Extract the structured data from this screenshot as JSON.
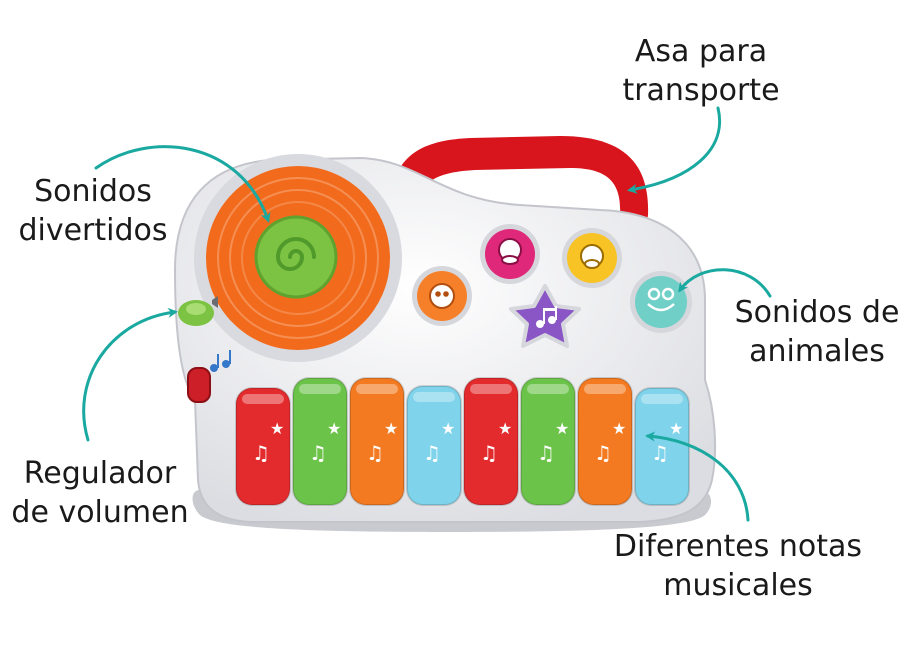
{
  "labels": {
    "handle": {
      "line1": "Asa para",
      "line2": "transporte"
    },
    "fun_sounds": {
      "line1": "Sonidos",
      "line2": "divertidos"
    },
    "animal_sounds": {
      "line1": "Sonidos de",
      "line2": "animales"
    },
    "volume": {
      "line1": "Regulador",
      "line2": "de volumen"
    },
    "notes": {
      "line1": "Diferentes notas",
      "line2": "musicales"
    }
  },
  "colors": {
    "arrow": "#1aa9a0",
    "body": "#f4f4f6",
    "handle": "#d8141c",
    "disc": "#f26a1b",
    "disc_center": "#7cc243",
    "key_red": "#e32b2d",
    "key_green": "#6cc34a",
    "key_orange": "#f37a20",
    "key_blue": "#7fd3ea",
    "btn_orange": "#f6802a",
    "btn_pink": "#e0287a",
    "btn_yellow": "#f7c325",
    "btn_teal": "#70cfc7",
    "star_purple": "#8a56c6"
  },
  "icons": {
    "disc_center": "swirl-icon",
    "btn_orange": "sheep-icon",
    "btn_pink": "duck-icon",
    "btn_yellow": "cow-icon",
    "btn_teal": "frog-icon",
    "star": "music-note-icon"
  }
}
